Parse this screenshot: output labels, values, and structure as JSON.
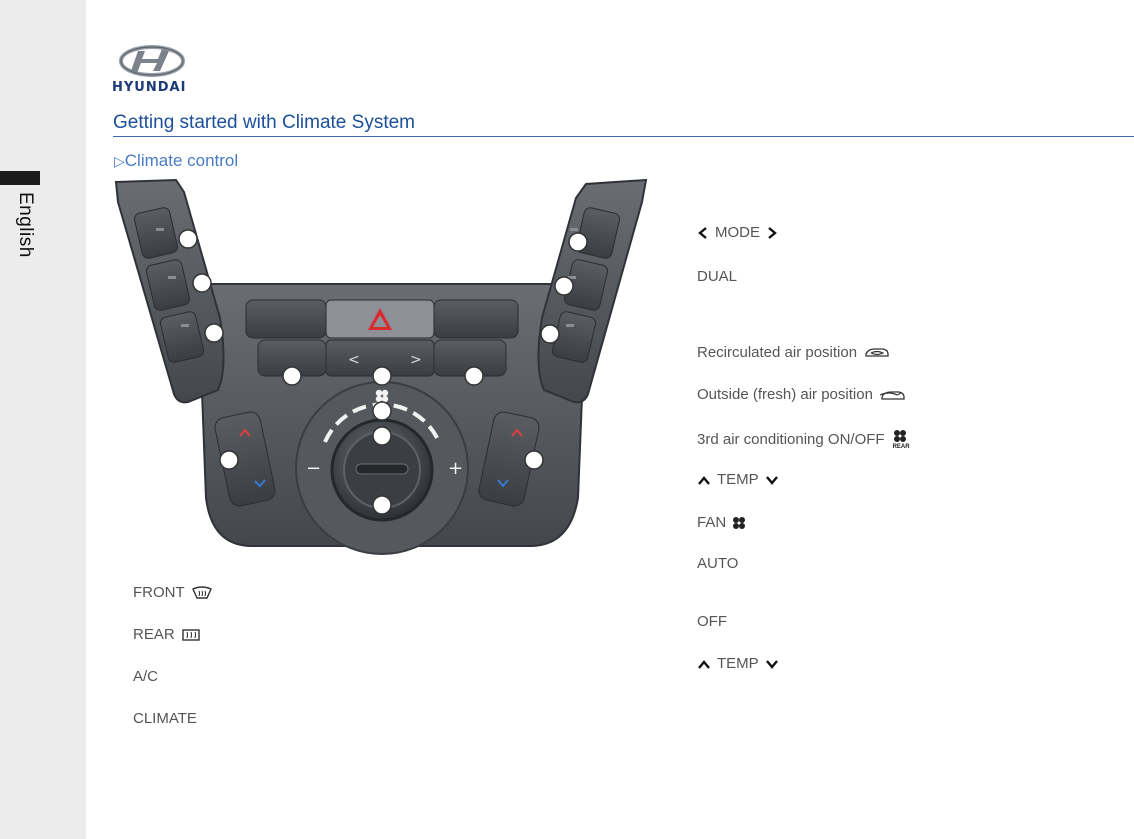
{
  "sidebar": {
    "language_tab": "English"
  },
  "brand": {
    "name": "HYUNDAI"
  },
  "section_title": "Getting started with Climate System",
  "subsection_title": "Climate control",
  "left_labels": [
    {
      "text": "FRONT",
      "icon": "front-defrost-icon"
    },
    {
      "text": "REAR",
      "icon": "rear-defrost-icon"
    },
    {
      "text": "A/C"
    },
    {
      "text": "CLIMATE"
    }
  ],
  "right_labels": [
    {
      "text": "MODE",
      "icon": "chevrons-left-right"
    },
    {
      "text": "DUAL"
    },
    {
      "text": "Recirculated air position",
      "icon": "recirculated-air-icon"
    },
    {
      "text": "Outside (fresh) air position",
      "icon": "outside-air-icon"
    },
    {
      "text": "3rd air conditioning ON/OFF",
      "icon": "rear-fan-icon"
    },
    {
      "text": "TEMP",
      "icon": "chevrons-up-down"
    },
    {
      "text": "FAN",
      "icon": "fan-icon"
    },
    {
      "text": "AUTO"
    },
    {
      "text": "OFF"
    },
    {
      "text": "TEMP",
      "icon": "chevrons-up-down"
    }
  ],
  "panel": {
    "rear_icon_text": "REAR"
  }
}
